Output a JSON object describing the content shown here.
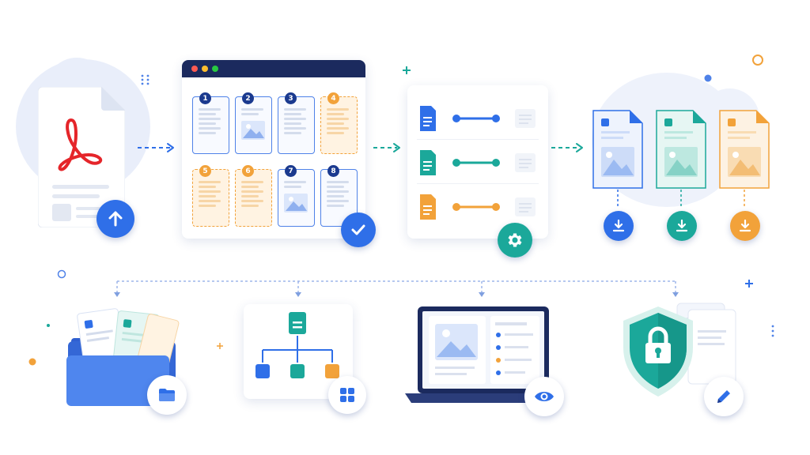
{
  "diagram": {
    "page_numbers": [
      "1",
      "2",
      "3",
      "4",
      "5",
      "6",
      "7",
      "8"
    ],
    "selected_pages": [
      4,
      5,
      6
    ],
    "colors": {
      "blue": "#2f6fe8",
      "navy": "#1b3a8f",
      "teal": "#1ba89a",
      "orange": "#f2a23a",
      "pdf_red": "#e5252a",
      "light_blue_bg": "#e8eefb"
    },
    "icons": {
      "upload": "arrow-up-icon",
      "select": "checkmark-icon",
      "convert": "gear-icon",
      "download": "download-icon",
      "folder": "folder-icon",
      "structure": "grid-icon",
      "preview": "eye-icon",
      "security": "lock-icon",
      "edit": "pencil-icon"
    }
  }
}
